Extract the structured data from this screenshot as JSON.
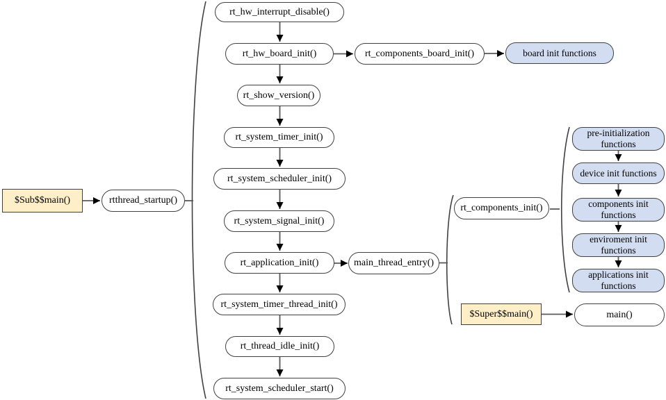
{
  "diagram_type": "flowchart",
  "colors": {
    "node_fill": "#ffffff",
    "group_node_fill": "#d3ddf1",
    "entry_node_fill": "#feefc9",
    "border": "#404040",
    "line": "#595959",
    "arrowhead": "#000000"
  },
  "entry_chain": {
    "sub_main": "$Sub$$main()",
    "startup": "rtthread_startup()"
  },
  "startup_sequence": [
    "rt_hw_interrupt_disable()",
    "rt_hw_board_init()",
    "rt_show_version()",
    "rt_system_timer_init()",
    "rt_system_scheduler_init()",
    "rt_system_signal_init()",
    "rt_application_init()",
    "rt_system_timer_thread_init()",
    "rt_thread_idle_init()",
    "rt_system_scheduler_start()"
  ],
  "board_branch": {
    "components_board_init": "rt_components_board_init()",
    "board_init_functions": "board init functions"
  },
  "main_branch": {
    "main_thread_entry": "main_thread_entry()",
    "components_init": "rt_components_init()",
    "super_main": "$Super$$main()",
    "main": "main()"
  },
  "init_groups": [
    "pre-initialization functions",
    "device init functions",
    "components init functions",
    "enviroment init functions",
    "applications init functions"
  ]
}
